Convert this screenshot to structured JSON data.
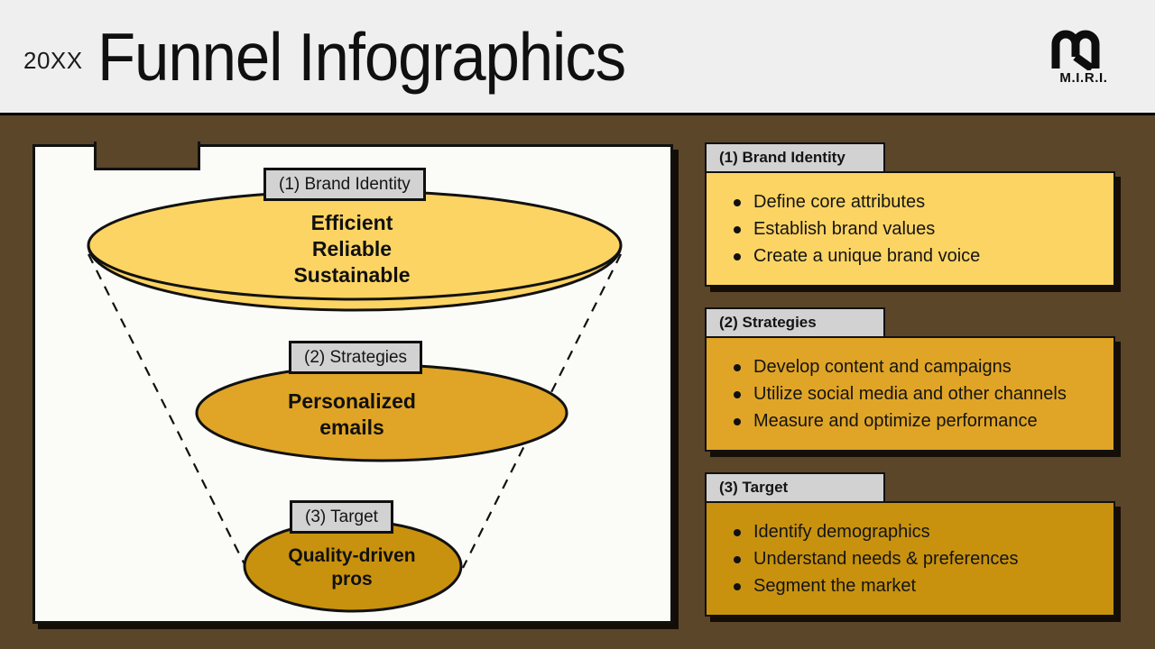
{
  "header": {
    "year": "20XX",
    "title": "Funnel Infographics",
    "logo_icon": "m-monogram-logo",
    "logo_text": "M.I.R.I."
  },
  "colors": {
    "background_brown": "#5B462A",
    "header_bg": "#EFEFEF",
    "panel_bg": "#FBFBF8",
    "chip_bg": "#D2D2D2",
    "stage1_fill": "#FCD463",
    "stage2_fill": "#E0A526",
    "stage3_fill": "#C8920F",
    "outline": "#111111",
    "text": "#141414"
  },
  "funnel": {
    "stages": [
      {
        "chip_label": "(1) Brand Identity",
        "body_text": "Efficient\nReliable\nSustainable",
        "fill": "#FCD463"
      },
      {
        "chip_label": "(2) Strategies",
        "body_text": "Personalized\nemails",
        "fill": "#E0A526"
      },
      {
        "chip_label": "(3) Target",
        "body_text": "Quality-driven\npros",
        "fill": "#C8920F"
      }
    ]
  },
  "cards": [
    {
      "header": "(1) Brand Identity",
      "fill": "#FCD463",
      "items": [
        "Define core attributes",
        "Establish brand values",
        "Create a unique brand voice"
      ]
    },
    {
      "header": "(2) Strategies",
      "fill": "#E0A526",
      "items": [
        "Develop content and campaigns",
        "Utilize social media and other channels",
        "Measure and optimize performance"
      ]
    },
    {
      "header": "(3) Target",
      "fill": "#C8920F",
      "items": [
        "Identify demographics",
        "Understand needs & preferences",
        "Segment the market"
      ]
    }
  ]
}
